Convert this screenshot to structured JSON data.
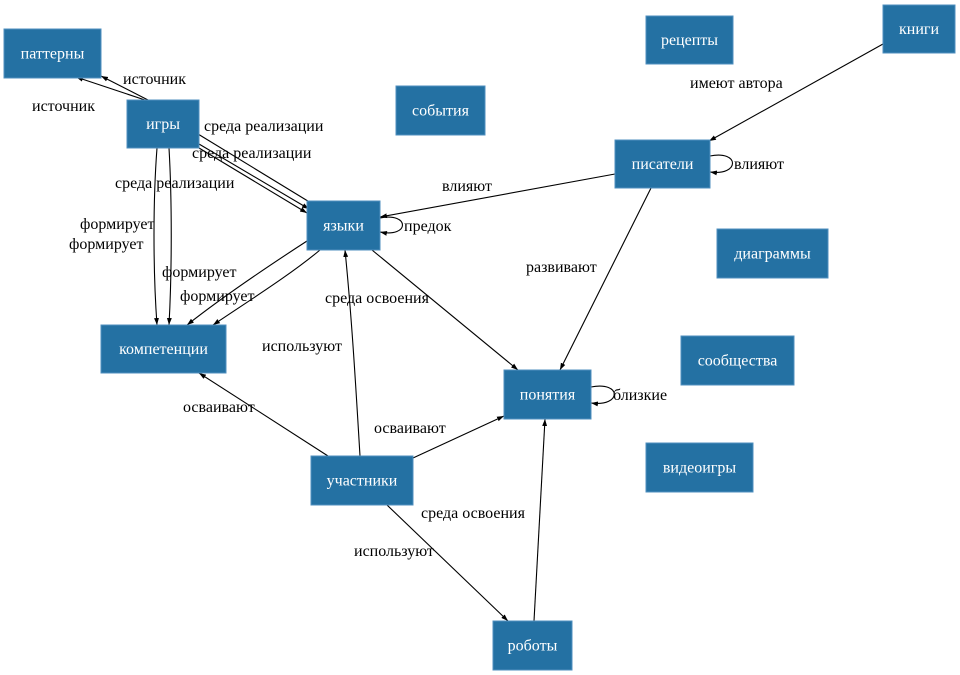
{
  "diagram": {
    "type": "directed-graph",
    "node_color": "#2471a3",
    "label_color": "#ffffff",
    "edge_color": "#000000",
    "nodes": [
      {
        "id": "patterns",
        "label": "паттерны"
      },
      {
        "id": "games",
        "label": "игры"
      },
      {
        "id": "events",
        "label": "события"
      },
      {
        "id": "recipes",
        "label": "рецепты"
      },
      {
        "id": "books",
        "label": "книги"
      },
      {
        "id": "writers",
        "label": "писатели"
      },
      {
        "id": "languages",
        "label": "языки"
      },
      {
        "id": "diagrams",
        "label": "диаграммы"
      },
      {
        "id": "competencies",
        "label": "компетенции"
      },
      {
        "id": "communities",
        "label": "сообщества"
      },
      {
        "id": "concepts",
        "label": "понятия"
      },
      {
        "id": "participants",
        "label": "участники"
      },
      {
        "id": "videogames",
        "label": "видеоигры"
      },
      {
        "id": "robots",
        "label": "роботы"
      }
    ],
    "edges": [
      {
        "from": "games",
        "to": "patterns",
        "label": "источник"
      },
      {
        "from": "games",
        "to": "patterns",
        "label": "источник"
      },
      {
        "from": "games",
        "to": "languages",
        "label": "среда реализации"
      },
      {
        "from": "games",
        "to": "languages",
        "label": "среда реализации"
      },
      {
        "from": "games",
        "to": "languages",
        "label": "среда реализации"
      },
      {
        "from": "games",
        "to": "competencies",
        "label": "формирует"
      },
      {
        "from": "games",
        "to": "competencies",
        "label": "формирует"
      },
      {
        "from": "languages",
        "to": "competencies",
        "label": "формирует"
      },
      {
        "from": "languages",
        "to": "competencies",
        "label": "формирует"
      },
      {
        "from": "languages",
        "to": "languages",
        "label": "предок"
      },
      {
        "from": "languages",
        "to": "concepts",
        "label": "среда освоения"
      },
      {
        "from": "books",
        "to": "writers",
        "label": "имеют автора"
      },
      {
        "from": "writers",
        "to": "writers",
        "label": "влияют"
      },
      {
        "from": "writers",
        "to": "languages",
        "label": "влияют"
      },
      {
        "from": "writers",
        "to": "concepts",
        "label": "развивают"
      },
      {
        "from": "concepts",
        "to": "concepts",
        "label": "близкие"
      },
      {
        "from": "participants",
        "to": "competencies",
        "label": "осваивают"
      },
      {
        "from": "participants",
        "to": "languages",
        "label": "используют"
      },
      {
        "from": "participants",
        "to": "concepts",
        "label": "осваивают"
      },
      {
        "from": "participants",
        "to": "robots",
        "label": "используют"
      },
      {
        "from": "robots",
        "to": "concepts",
        "label": "среда освоения"
      }
    ]
  }
}
